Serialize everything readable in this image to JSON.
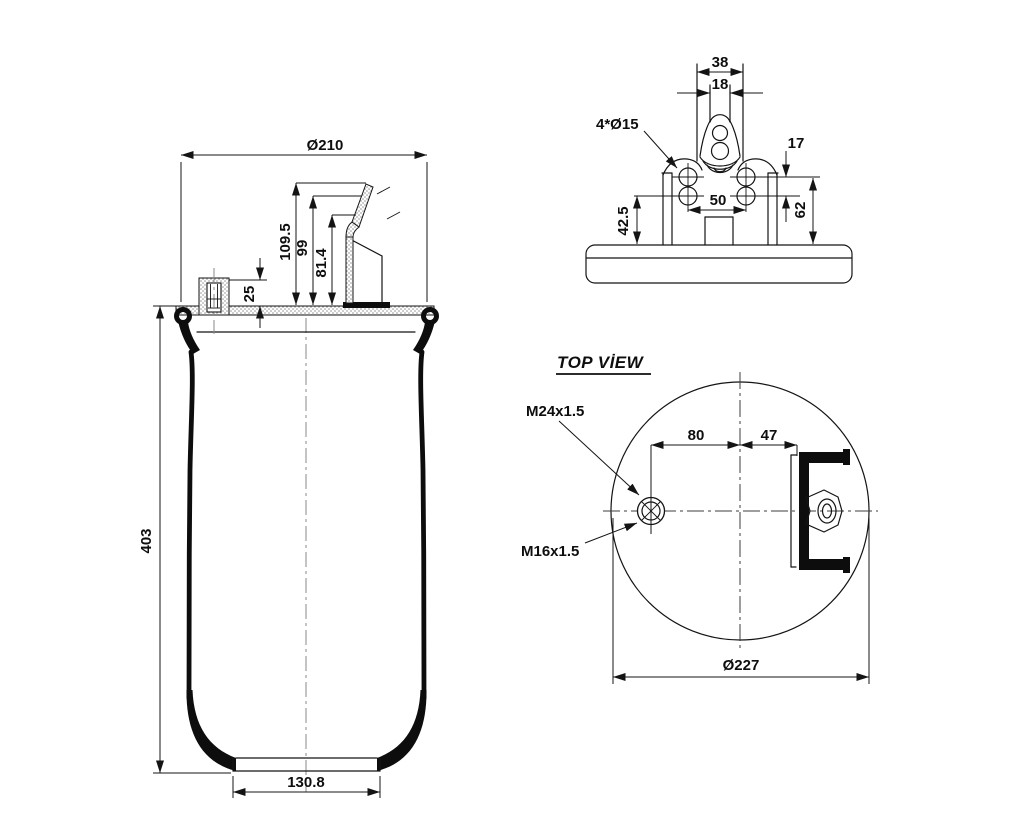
{
  "drawing": {
    "side_view": {
      "dia_top": "Ø210",
      "overall_height": "403",
      "piston_width": "130.8",
      "bracket_h_total": "109.5",
      "bracket_h_mid": "99",
      "bracket_h_base": "81.4",
      "stud_height": "25"
    },
    "front_view": {
      "arm_outer_width": "38",
      "arm_inner_width": "18",
      "bolt_holes": "4*Ø15",
      "hole_row_offset": "17",
      "hole_spacing": "50",
      "flange_height_left": "42.5",
      "flange_height_right": "62"
    },
    "top_view": {
      "title": "TOP VİEW",
      "air_port_thread": "M24x1.5",
      "stud_thread": "M16x1.5",
      "port_offset": "80",
      "bracket_offset": "47",
      "plate_diameter": "Ø227"
    }
  },
  "colors": {
    "line": "#141414",
    "background": "#ffffff"
  }
}
